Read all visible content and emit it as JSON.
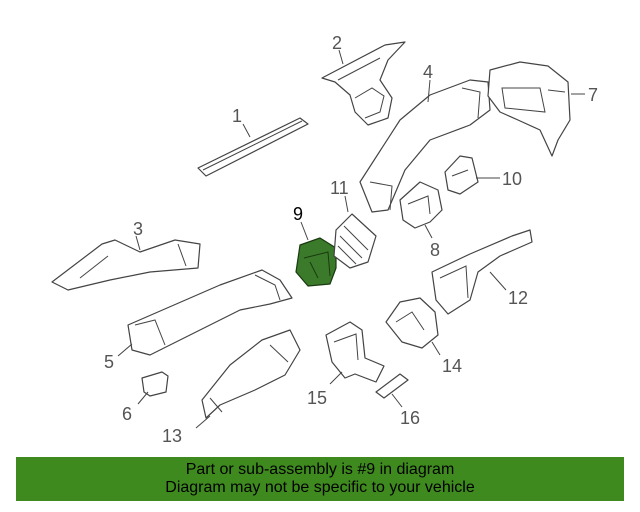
{
  "callouts": {
    "p1": "1",
    "p2": "2",
    "p3": "3",
    "p4": "4",
    "p5": "5",
    "p6": "6",
    "p7": "7",
    "p8": "8",
    "p9": "9",
    "p10": "10",
    "p11": "11",
    "p12": "12",
    "p13": "13",
    "p14": "14",
    "p15": "15",
    "p16": "16"
  },
  "highlight_color": "#3f8a1f",
  "banner": {
    "line1": "Part or sub-assembly is #9 in diagram",
    "line2": "Diagram may not be specific to your vehicle"
  }
}
